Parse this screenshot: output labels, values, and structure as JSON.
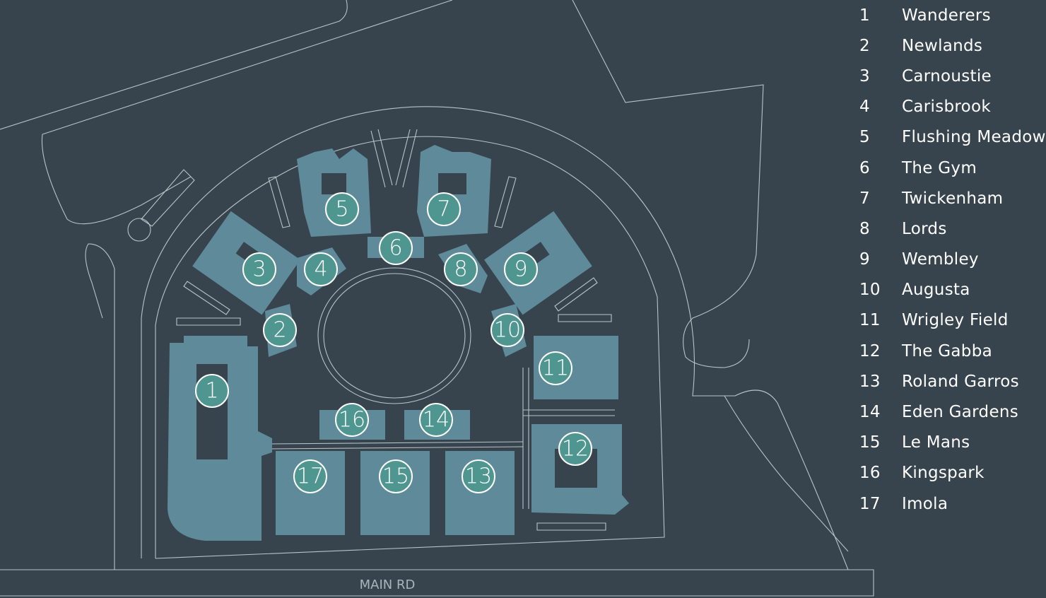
{
  "map": {
    "road_label": "MAIN RD",
    "colors": {
      "background": "#37444d",
      "building": "#5f8a99",
      "marker": "#4f9690",
      "outline": "#b9c2c7"
    }
  },
  "legend": [
    {
      "num": "1",
      "name": "Wanderers"
    },
    {
      "num": "2",
      "name": "Newlands"
    },
    {
      "num": "3",
      "name": "Carnoustie"
    },
    {
      "num": "4",
      "name": "Carisbrook"
    },
    {
      "num": "5",
      "name": "Flushing Meadows"
    },
    {
      "num": "6",
      "name": "The Gym"
    },
    {
      "num": "7",
      "name": "Twickenham"
    },
    {
      "num": "8",
      "name": "Lords"
    },
    {
      "num": "9",
      "name": "Wembley"
    },
    {
      "num": "10",
      "name": "Augusta"
    },
    {
      "num": "11",
      "name": "Wrigley Field"
    },
    {
      "num": "12",
      "name": "The Gabba"
    },
    {
      "num": "13",
      "name": "Roland Garros"
    },
    {
      "num": "14",
      "name": "Eden Gardens"
    },
    {
      "num": "15",
      "name": "Le Mans"
    },
    {
      "num": "16",
      "name": "Kingspark"
    },
    {
      "num": "17",
      "name": "Imola"
    }
  ]
}
